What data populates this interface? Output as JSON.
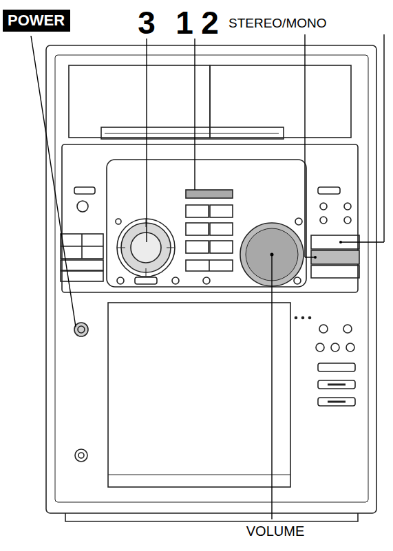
{
  "diagram": {
    "nodes": [
      {
        "text": [
          "POWER"
        ]
      }
    ],
    "labels": [
      "3",
      "1",
      "2",
      "STEREO/MONO",
      "VOLUME"
    ]
  }
}
